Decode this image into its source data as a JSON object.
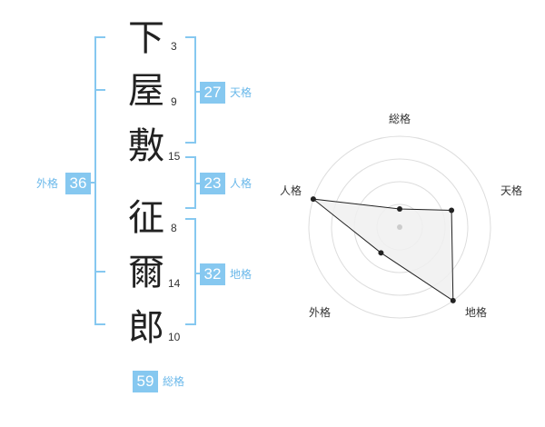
{
  "name": {
    "chars": [
      "下",
      "屋",
      "敷",
      "征",
      "爾",
      "郎"
    ],
    "strokes": [
      "3",
      "9",
      "15",
      "8",
      "14",
      "10"
    ]
  },
  "fortune": {
    "tenkaku": {
      "value": "27",
      "label": "天格"
    },
    "jinkaku": {
      "value": "23",
      "label": "人格"
    },
    "chikaku": {
      "value": "32",
      "label": "地格"
    },
    "gaikaku": {
      "value": "36",
      "label": "外格"
    },
    "soukaku": {
      "value": "59",
      "label": "総格"
    }
  },
  "radar": {
    "axes": [
      "総格",
      "天格",
      "地格",
      "外格",
      "人格"
    ],
    "values": [
      0.2,
      0.6,
      1.0,
      0.35,
      1.0
    ],
    "fill": "#f0f0f0",
    "stroke": "#222222",
    "ring_color": "#dddddd",
    "center_color": "#cccccc"
  },
  "colors": {
    "accent": "#86c8f0",
    "label": "#6ab8ea"
  }
}
